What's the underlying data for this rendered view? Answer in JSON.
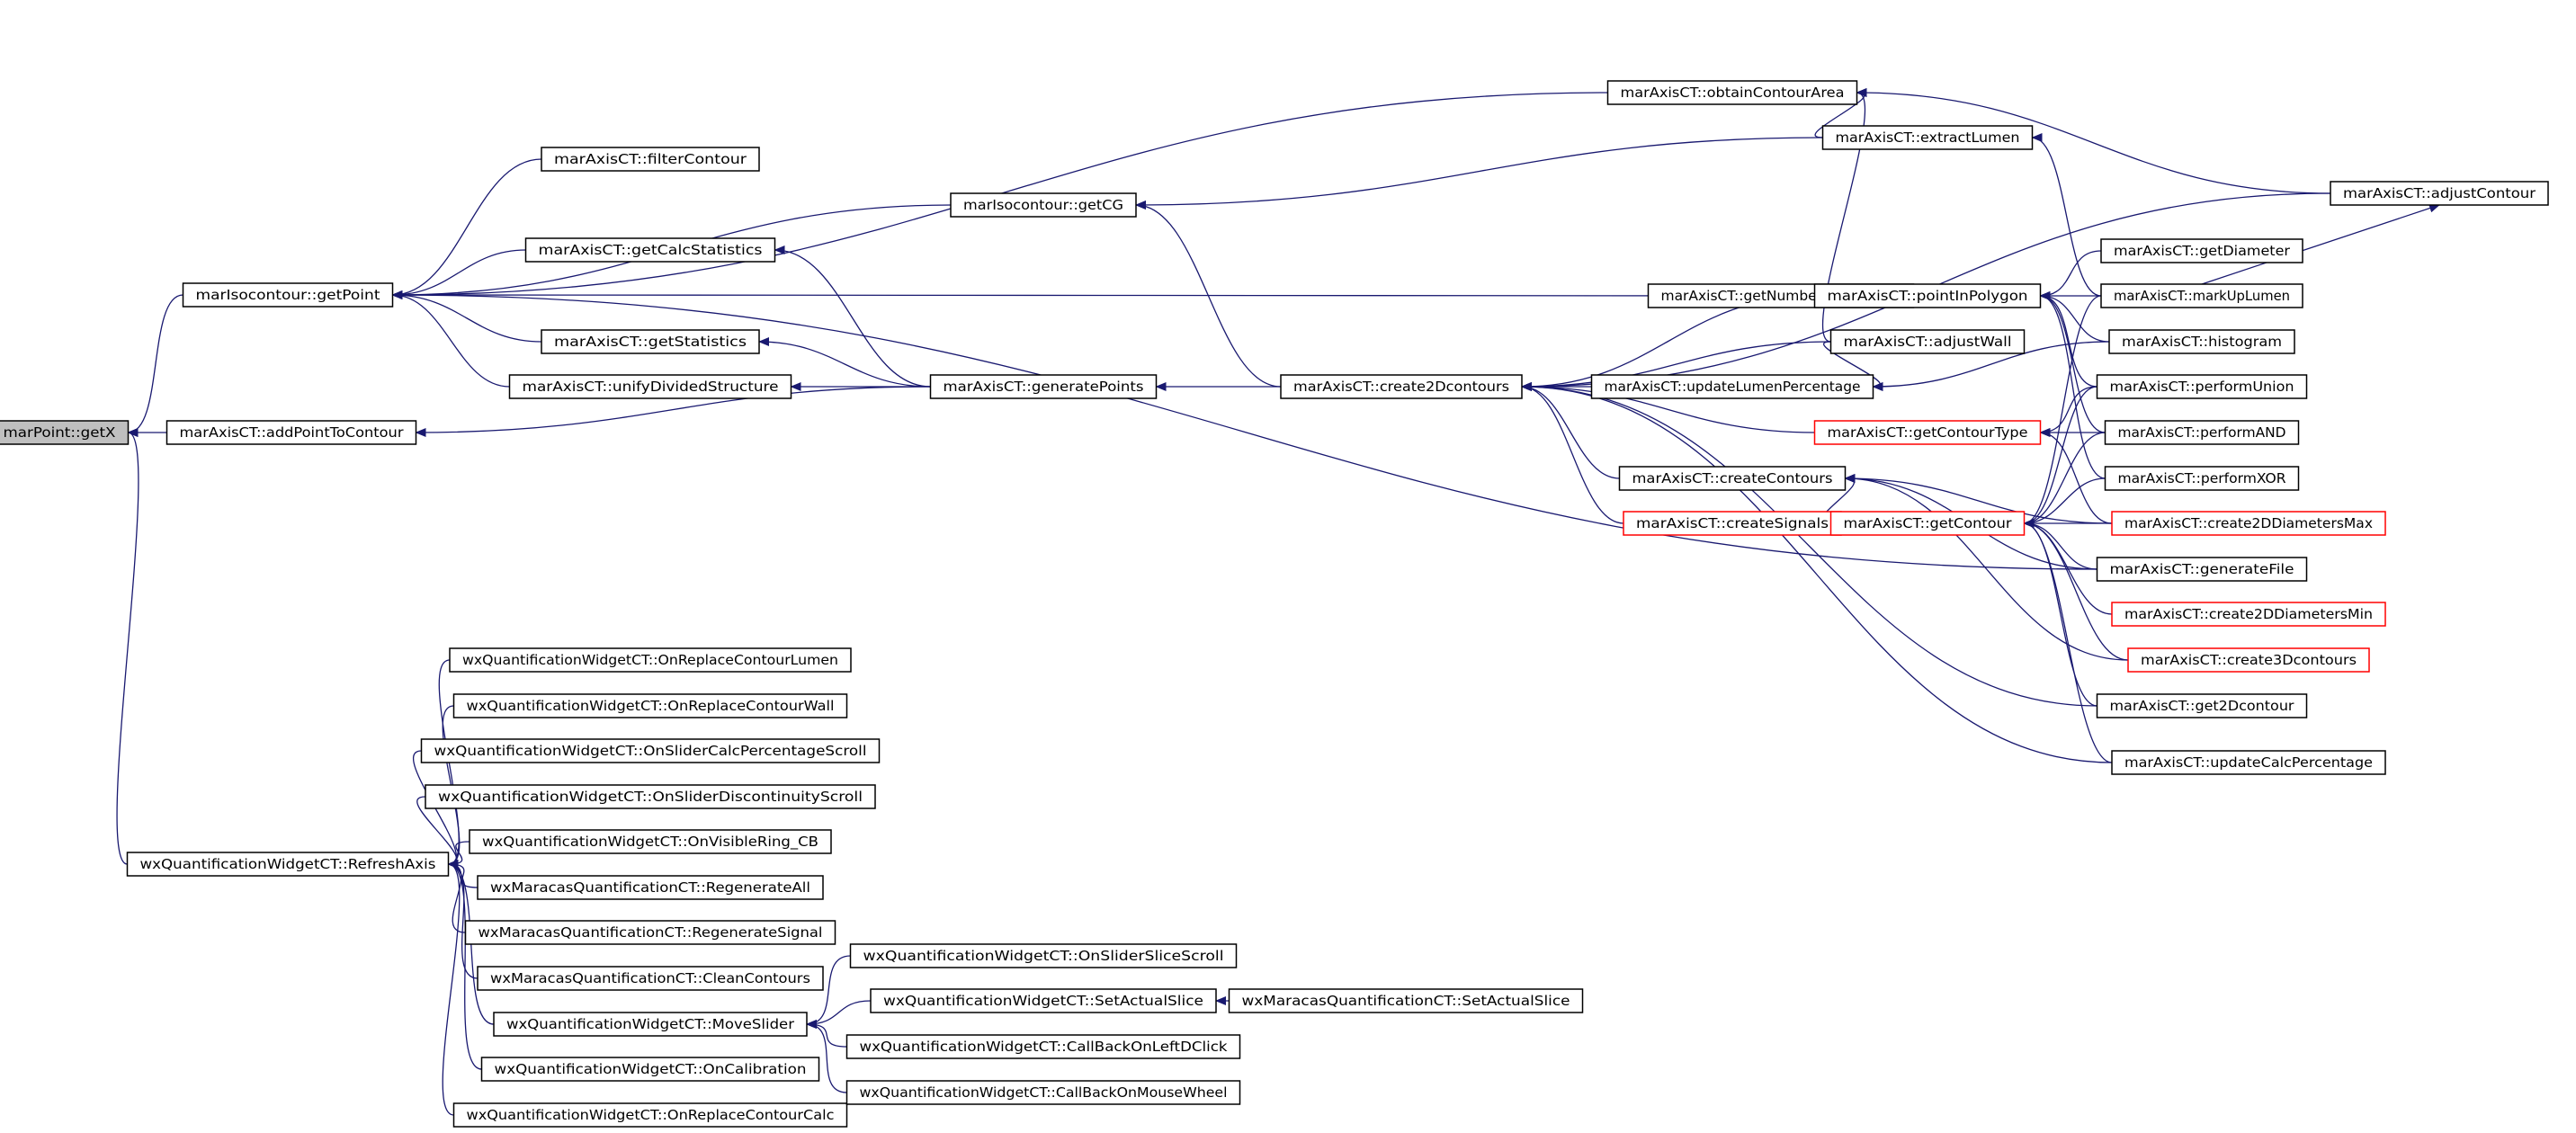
{
  "colors": {
    "edge": "#191970",
    "node_border": "#000000",
    "node_border_truncated": "#ff0000",
    "root_fill": "#bfbfbf",
    "node_fill": "#ffffff"
  },
  "nodes": {
    "n_getX": {
      "label": "marPoint::getX",
      "fill": "root"
    },
    "n_getPoint": {
      "label": "marIsocontour::getPoint"
    },
    "n_addPointToContour": {
      "label": "marAxisCT::addPointToContour"
    },
    "n_refreshAxis": {
      "label": "wxQuantificationWidgetCT::RefreshAxis"
    },
    "n_filterContour": {
      "label": "marAxisCT::filterContour"
    },
    "n_getCG": {
      "label": "marIsocontour::getCG"
    },
    "n_getCalcStatistics": {
      "label": "marAxisCT::getCalcStatistics"
    },
    "n_getStatistics": {
      "label": "marAxisCT::getStatistics"
    },
    "n_unifyDivided": {
      "label": "marAxisCT::unifyDividedStructure"
    },
    "n_generatePoints": {
      "label": "marAxisCT::generatePoints"
    },
    "n_create2Dcontours": {
      "label": "marAxisCT::create2Dcontours"
    },
    "n_obtainContourArea": {
      "label": "marAxisCT::obtainContourArea"
    },
    "n_extractLumen": {
      "label": "marAxisCT::extractLumen"
    },
    "n_adjustContour": {
      "label": "marAxisCT::adjustContour"
    },
    "n_getNumberOfContours": {
      "label": "marAxisCT::getNumberOfContours"
    },
    "n_updateLumenPercentage": {
      "label": "marAxisCT::updateLumenPercentage"
    },
    "n_pointInPolygon": {
      "label": "marAxisCT::pointInPolygon"
    },
    "n_adjustWall": {
      "label": "marAxisCT::adjustWall"
    },
    "n_getContourType": {
      "label": "marAxisCT::getContourType",
      "truncated": true
    },
    "n_createContours": {
      "label": "marAxisCT::createContours"
    },
    "n_createSignals": {
      "label": "marAxisCT::createSignals",
      "truncated": true
    },
    "n_getContour": {
      "label": "marAxisCT::getContour",
      "truncated": true
    },
    "n_getDiameter": {
      "label": "marAxisCT::getDiameter"
    },
    "n_markUpLumen": {
      "label": "marAxisCT::markUpLumen"
    },
    "n_histogram": {
      "label": "marAxisCT::histogram"
    },
    "n_performUnion": {
      "label": "marAxisCT::performUnion"
    },
    "n_performAND": {
      "label": "marAxisCT::performAND"
    },
    "n_performXOR": {
      "label": "marAxisCT::performXOR"
    },
    "n_create2DDiametersMax": {
      "label": "marAxisCT::create2DDiametersMax",
      "truncated": true
    },
    "n_generateFile": {
      "label": "marAxisCT::generateFile"
    },
    "n_create2DDiametersMin": {
      "label": "marAxisCT::create2DDiametersMin",
      "truncated": true
    },
    "n_create3Dcontours": {
      "label": "marAxisCT::create3Dcontours",
      "truncated": true
    },
    "n_get2Dcontour": {
      "label": "marAxisCT::get2Dcontour"
    },
    "n_updateCalcPercentage": {
      "label": "marAxisCT::updateCalcPercentage"
    },
    "n_onReplaceContourLumen": {
      "label": "wxQuantificationWidgetCT::OnReplaceContourLumen"
    },
    "n_onReplaceContourWall": {
      "label": "wxQuantificationWidgetCT::OnReplaceContourWall"
    },
    "n_onSliderCalcPercentageScroll": {
      "label": "wxQuantificationWidgetCT::OnSliderCalcPercentageScroll"
    },
    "n_onSliderDiscontinuityScroll": {
      "label": "wxQuantificationWidgetCT::OnSliderDiscontinuityScroll"
    },
    "n_onVisibleRing": {
      "label": "wxQuantificationWidgetCT::OnVisibleRing_CB"
    },
    "n_regenerateAll": {
      "label": "wxMaracasQuantificationCT::RegenerateAll"
    },
    "n_regenerateSignal": {
      "label": "wxMaracasQuantificationCT::RegenerateSignal"
    },
    "n_cleanContours": {
      "label": "wxMaracasQuantificationCT::CleanContours"
    },
    "n_moveSlider": {
      "label": "wxQuantificationWidgetCT::MoveSlider"
    },
    "n_onCalibration": {
      "label": "wxQuantificationWidgetCT::OnCalibration"
    },
    "n_onReplaceContourCalc": {
      "label": "wxQuantificationWidgetCT::OnReplaceContourCalc"
    },
    "n_onSliderSliceScroll": {
      "label": "wxQuantificationWidgetCT::OnSliderSliceScroll"
    },
    "n_setActualSlice": {
      "label": "wxQuantificationWidgetCT::SetActualSlice"
    },
    "n_maracasSetActualSlice": {
      "label": "wxMaracasQuantificationCT::SetActualSlice"
    },
    "n_callBackOnLeftDClick": {
      "label": "wxQuantificationWidgetCT::CallBackOnLeftDClick"
    },
    "n_callBackOnMouseWheel": {
      "label": "wxQuantificationWidgetCT::CallBackOnMouseWheel"
    }
  },
  "edges": [
    [
      "n_getPoint",
      "n_getX"
    ],
    [
      "n_addPointToContour",
      "n_getX"
    ],
    [
      "n_refreshAxis",
      "n_getX"
    ],
    [
      "n_obtainContourArea",
      "n_getPoint"
    ],
    [
      "n_filterContour",
      "n_getPoint"
    ],
    [
      "n_getCG",
      "n_getPoint"
    ],
    [
      "n_pointInPolygon",
      "n_getPoint"
    ],
    [
      "n_getCalcStatistics",
      "n_getPoint"
    ],
    [
      "n_getStatistics",
      "n_getPoint"
    ],
    [
      "n_unifyDivided",
      "n_getPoint"
    ],
    [
      "n_generateFile",
      "n_getPoint"
    ],
    [
      "n_generatePoints",
      "n_addPointToContour"
    ],
    [
      "n_extractLumen",
      "n_getCG"
    ],
    [
      "n_create2Dcontours",
      "n_getCG"
    ],
    [
      "n_generatePoints",
      "n_getCalcStatistics"
    ],
    [
      "n_generatePoints",
      "n_getStatistics"
    ],
    [
      "n_generatePoints",
      "n_unifyDivided"
    ],
    [
      "n_create2Dcontours",
      "n_generatePoints"
    ],
    [
      "n_extractLumen",
      "n_obtainContourArea"
    ],
    [
      "n_adjustContour",
      "n_obtainContourArea"
    ],
    [
      "n_adjustWall",
      "n_obtainContourArea"
    ],
    [
      "n_markUpLumen",
      "n_extractLumen"
    ],
    [
      "n_markUpLumen",
      "n_adjustContour"
    ],
    [
      "n_adjustContour",
      "n_create2Dcontours"
    ],
    [
      "n_pointInPolygon",
      "n_create2Dcontours"
    ],
    [
      "n_adjustWall",
      "n_create2Dcontours"
    ],
    [
      "n_updateLumenPercentage",
      "n_create2Dcontours"
    ],
    [
      "n_getContourType",
      "n_create2Dcontours"
    ],
    [
      "n_createContours",
      "n_create2Dcontours"
    ],
    [
      "n_createSignals",
      "n_create2Dcontours"
    ],
    [
      "n_get2Dcontour",
      "n_create2Dcontours"
    ],
    [
      "n_updateCalcPercentage",
      "n_create2Dcontours"
    ],
    [
      "n_adjustWall",
      "n_updateLumenPercentage"
    ],
    [
      "n_histogram",
      "n_updateLumenPercentage"
    ],
    [
      "n_getDiameter",
      "n_pointInPolygon"
    ],
    [
      "n_markUpLumen",
      "n_pointInPolygon"
    ],
    [
      "n_histogram",
      "n_pointInPolygon"
    ],
    [
      "n_performUnion",
      "n_pointInPolygon"
    ],
    [
      "n_performAND",
      "n_pointInPolygon"
    ],
    [
      "n_performXOR",
      "n_pointInPolygon"
    ],
    [
      "n_performUnion",
      "n_getContourType"
    ],
    [
      "n_performAND",
      "n_getContourType"
    ],
    [
      "n_create2DDiametersMax",
      "n_getContourType"
    ],
    [
      "n_create2DDiametersMax",
      "n_createContours"
    ],
    [
      "n_generateFile",
      "n_createContours"
    ],
    [
      "n_create3Dcontours",
      "n_createContours"
    ],
    [
      "n_getContour",
      "n_createContours"
    ],
    [
      "n_markUpLumen",
      "n_getContour"
    ],
    [
      "n_performUnion",
      "n_getContour"
    ],
    [
      "n_performAND",
      "n_getContour"
    ],
    [
      "n_performXOR",
      "n_getContour"
    ],
    [
      "n_create2DDiametersMax",
      "n_getContour"
    ],
    [
      "n_generateFile",
      "n_getContour"
    ],
    [
      "n_create2DDiametersMin",
      "n_getContour"
    ],
    [
      "n_create3Dcontours",
      "n_getContour"
    ],
    [
      "n_get2Dcontour",
      "n_getContour"
    ],
    [
      "n_updateCalcPercentage",
      "n_getContour"
    ],
    [
      "n_onReplaceContourLumen",
      "n_refreshAxis"
    ],
    [
      "n_onReplaceContourWall",
      "n_refreshAxis"
    ],
    [
      "n_onSliderCalcPercentageScroll",
      "n_refreshAxis"
    ],
    [
      "n_onSliderDiscontinuityScroll",
      "n_refreshAxis"
    ],
    [
      "n_onVisibleRing",
      "n_refreshAxis"
    ],
    [
      "n_regenerateAll",
      "n_refreshAxis"
    ],
    [
      "n_regenerateSignal",
      "n_refreshAxis"
    ],
    [
      "n_cleanContours",
      "n_refreshAxis"
    ],
    [
      "n_moveSlider",
      "n_refreshAxis"
    ],
    [
      "n_onCalibration",
      "n_refreshAxis"
    ],
    [
      "n_onReplaceContourCalc",
      "n_refreshAxis"
    ],
    [
      "n_onSliderSliceScroll",
      "n_moveSlider"
    ],
    [
      "n_setActualSlice",
      "n_moveSlider"
    ],
    [
      "n_callBackOnLeftDClick",
      "n_moveSlider"
    ],
    [
      "n_callBackOnMouseWheel",
      "n_moveSlider"
    ],
    [
      "n_maracasSetActualSlice",
      "n_setActualSlice"
    ]
  ]
}
